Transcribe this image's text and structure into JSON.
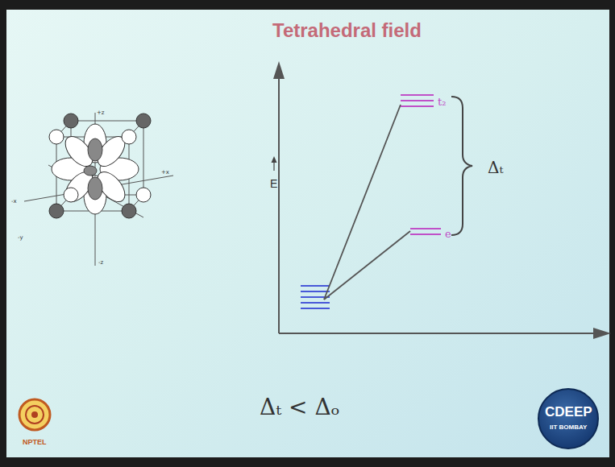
{
  "diagram": {
    "title": "Tetrahedral field",
    "labels": [
      "+z",
      "-x",
      "+x",
      "-y",
      "-z",
      "E",
      "t₂",
      "e",
      "Δₜ",
      "Δₜ < Δₒ",
      "NPTEL",
      "CDEEP",
      "IIT BOMBAY"
    ]
  }
}
